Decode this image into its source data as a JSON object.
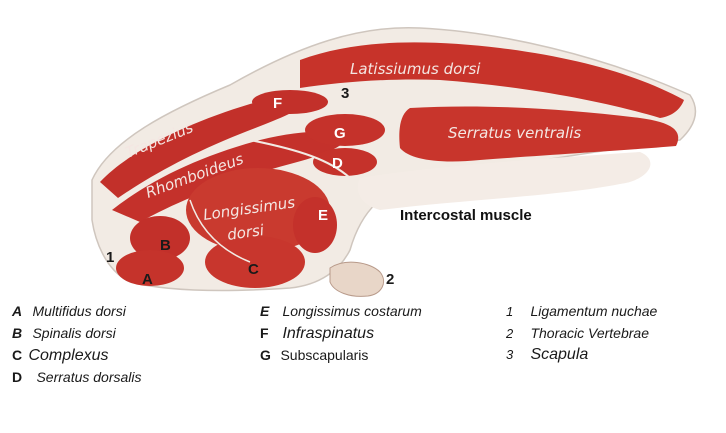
{
  "diagram": {
    "muscle_labels": {
      "latissimus": "Latissiumus dorsi",
      "trapezius": "Trapezius",
      "rhomboideus": "Rhomboideus",
      "serratus_ventralis": "Serratus ventralis",
      "longissimus_1": "Longissimus",
      "longissimus_2": "dorsi",
      "intercostal": "Intercostal muscle"
    },
    "markers": {
      "A": "A",
      "B": "B",
      "C": "C",
      "D": "D",
      "E": "E",
      "F": "F",
      "G": "G",
      "n1": "1",
      "n2": "2",
      "n3": "3"
    },
    "colors": {
      "muscle": "#c8342c",
      "fat": "#f4ece6",
      "bone": "#efe0d6",
      "skin": "#d8d0c8"
    }
  },
  "legend": {
    "col1": [
      {
        "key": "A",
        "text": "Multifidus dorsi"
      },
      {
        "key": "B",
        "text": "Spinalis dorsi"
      },
      {
        "key": "C",
        "text": "Complexus"
      },
      {
        "key": "D",
        "text": "Serratus dorsalis"
      }
    ],
    "col2": [
      {
        "key": "E",
        "text": "Longissimus costarum"
      },
      {
        "key": "F",
        "text": "Infraspinatus"
      },
      {
        "key": "G",
        "text": "Subscapularis"
      }
    ],
    "col3": [
      {
        "key": "1",
        "text": "Ligamentum nuchae"
      },
      {
        "key": "2",
        "text": "Thoracic Vertebrae"
      },
      {
        "key": "3",
        "text": "Scapula"
      }
    ]
  }
}
